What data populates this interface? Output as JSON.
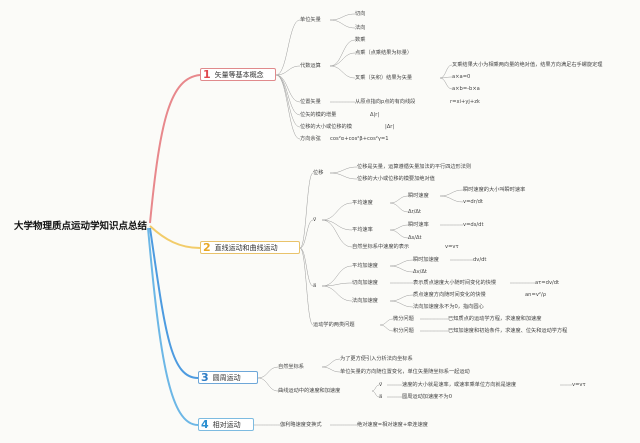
{
  "root": "大学物理质点运动学知识点总结",
  "colors": {
    "branch1": "#e8888c",
    "branch2": "#f2cc6a",
    "branch3": "#4d9be0",
    "branch4": "#6cb7e6",
    "line": "#9a9a9a"
  },
  "topics": {
    "t1": {
      "num": "1",
      "label": "矢量等基本概念"
    },
    "t2": {
      "num": "2",
      "label": "直线运动和曲线运动"
    },
    "t3": {
      "num": "3",
      "label": "圆周运动"
    },
    "t4": {
      "num": "4",
      "label": "相对运动"
    }
  },
  "b1": {
    "unit_vector": "单位矢量",
    "tangent": "切向",
    "normal": "法向",
    "algebra": "代数运算",
    "scalar_mult": "数乘",
    "dot": "点乘（点乘结果为标量）",
    "cross": "叉乘（矢积）结果为矢量",
    "cross_desc": "叉乘结果大小为相乘两向量的绝对值，结果方向满足右手螺旋定理",
    "cross_f1": "a×a=0",
    "cross_f2": "a×b=-b×a",
    "position": "位置矢量",
    "position_desc": "从原点指向p点的有向线段",
    "position_sym": "r=xi+yj+zk",
    "pos_change": "位矢的模的增量",
    "pos_change_sym": "Δ|r|",
    "pos_mag": "位移的大小或位移的模",
    "pos_mag_sym": "|Δr|",
    "dir_cos": "方向余弦",
    "dir_cos_sym": "cos²α+cos²β+cos²γ=1"
  },
  "b2": {
    "disp": "位移",
    "disp_d1": "位移是矢量，运算遵循矢量加法的平行四边形法则",
    "disp_d2": "位移的大小或位移的模要加绝对值",
    "vel": "v⃗",
    "avg_vel": "平均速度",
    "inst_vel": "瞬时速度",
    "inst_vel_d": "瞬时速度的大小叫瞬时速率",
    "inst_vel_f": "v=dr/dt",
    "frac1": "Δr/Δt",
    "avg_speed": "平均速率",
    "inst_speed": "瞬时速率",
    "inst_speed_f": "v=ds/dt",
    "frac2": "Δs/Δt",
    "natural": "自然坐标系中速度的表示",
    "natural_f": "v=vτ",
    "accel": "a⃗",
    "avg_acc": "平均加速度",
    "inst_acc": "瞬时加速度",
    "frac3": "Δv/Δt",
    "frac4": "dv/dt",
    "tan_acc": "切向加速度",
    "tan_acc_d": "表示质点速度大小随时间变化的快慢",
    "tan_acc_f": "aτ=dv/dt",
    "norm_acc": "法向加速度",
    "norm_acc_d": "质点速度方向随时间变化的快慢",
    "norm_acc_f": "an=v²/ρ",
    "norm_acc_d2": "法向加速度永不为0，指向圆心",
    "kin": "运动学的两类问题",
    "diff": "微分问题",
    "diff_d": "已知质点的运动学方程，求速度和加速度",
    "integ": "积分问题",
    "integ_d": "已知加速度和初始条件，求速度、位矢和运动学方程"
  },
  "b3": {
    "nat": "自然坐标系",
    "nat_d1": "为了更方便引入分析法向坐标系",
    "nat_d2": "单位矢量的方向随位置变化，单位矢量随坐标系一起运动",
    "curve": "曲线运动中的速度和加速度",
    "v": "v⃗",
    "v_d": "速度的大小就是速率，或速率乘单位方向就是速度",
    "v_f": "v=vτ",
    "a": "a⃗",
    "a_d": "圆周运动加速度不为0"
  },
  "b4": {
    "galileo": "伽利略速度变换式",
    "galileo_d": "绝对速度=相对速度+牵连速度"
  }
}
